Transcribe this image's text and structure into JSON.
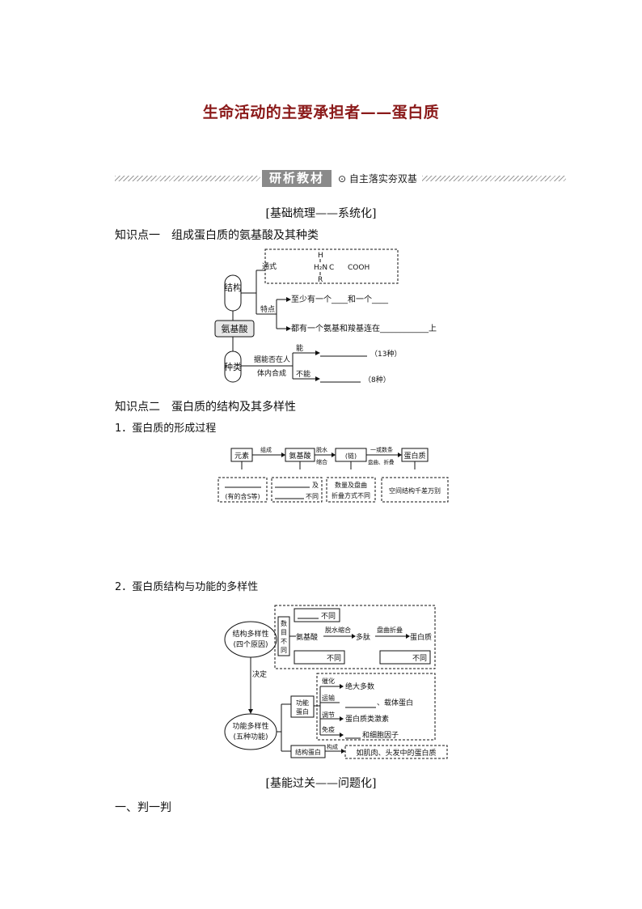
{
  "title": "生命活动的主要承担者——蛋白质",
  "band": {
    "tag": "研析教材",
    "bullet": "⊙",
    "subtitle": "自主落实夯双基"
  },
  "section1_title": "[基础梳理——系统化]",
  "kp1": {
    "heading": "知识点一　组成蛋白质的氨基酸及其种类",
    "structure": "结构",
    "amino": "氨基酸",
    "kinds": "种类",
    "formula_label": "通式",
    "H": "H",
    "H2N": "H₂N",
    "C": "C",
    "COOH": "COOH",
    "R": "R",
    "feature_label": "特点",
    "feature1": "至少有一个____和一个____",
    "feature2": "都有一个氨基和羧基连在____________上",
    "synth_line1": "据能否在人",
    "synth_line2": "体内合成",
    "can": "能",
    "cannot": "不能",
    "can_count": "（13种）",
    "cannot_count": "（8种）"
  },
  "kp2": {
    "heading": "知识点二　蛋白质的结构及其多样性",
    "sub1": "1．蛋白质的形成过程",
    "flow": {
      "element": "元素",
      "compose": "组成",
      "amino": "氨基酸",
      "dehydrate": "脱水",
      "condense": "缩合",
      "chain": "(链)",
      "number_line1": "一或数条",
      "number_line2": "盘曲、折叠",
      "protein": "蛋白质",
      "b1": "(有的含S等)",
      "b2_a": "及",
      "b2_b": "不同",
      "b3_a": "数量及盘曲",
      "b3_b": "折叠方式不同",
      "b4": "空间结构千差万别"
    },
    "sub2": "2．蛋白质结构与功能的多样性",
    "div": {
      "struct_line1": "结构多样性",
      "struct_line2": "(四个原因)",
      "diff_chars": [
        "数",
        "目",
        "不",
        "同"
      ],
      "diff": "不同",
      "amino": "氨基酸",
      "dehydrate": "脱水缩合",
      "peptide": "多肽",
      "fold": "盘曲折叠",
      "protein": "蛋白质",
      "decide": "决定",
      "func_line1": "功能多样性",
      "func_line2": "(五种功能)",
      "fp_line1": "功能",
      "fp_line2": "蛋白",
      "catalysis": "催化",
      "catalysis_text": "绝大多数",
      "transport": "运输",
      "transport_text": "、载体蛋白",
      "regulate": "调节",
      "regulate_text": "蛋白质类激素",
      "immune": "免疫",
      "immune_text": "和细胞因子",
      "structural": "结构蛋白",
      "constitute": "构成",
      "structural_example": "如肌肉、头发中的蛋白质"
    }
  },
  "section2_title": "[基能过关——问题化]",
  "judge": "一、判一判"
}
